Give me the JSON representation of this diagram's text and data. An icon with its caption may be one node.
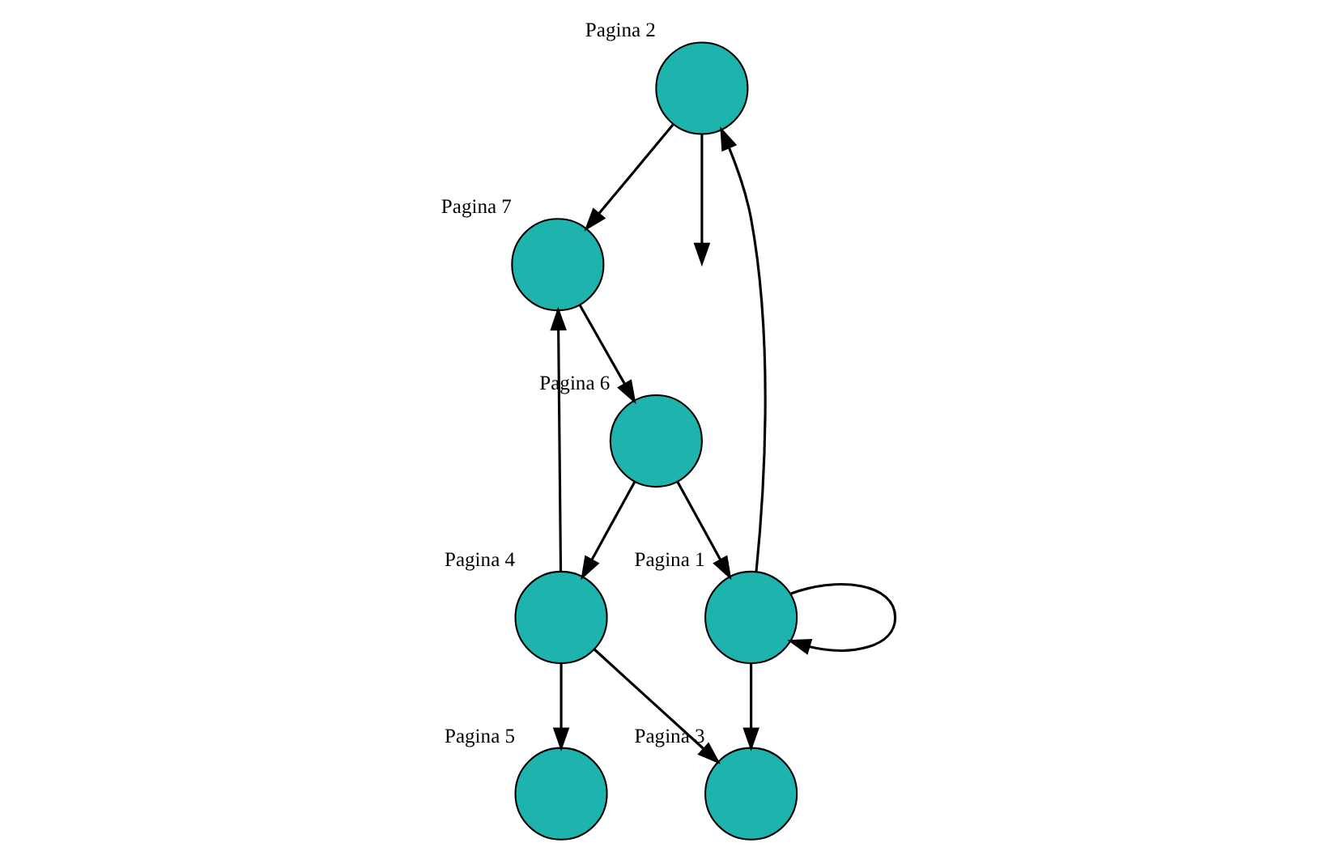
{
  "diagram": {
    "nodes": [
      {
        "text": [],
        "shape": "circle",
        "beside": [
          "Pagina 2"
        ]
      },
      {
        "text": [],
        "shape": "circle",
        "beside": [
          "Pagina 1"
        ]
      },
      {
        "text": [],
        "shape": "circle",
        "beside": [
          "Pagina 7"
        ]
      },
      {
        "text": [],
        "shape": "circle",
        "beside": [
          "Pagina 6"
        ]
      },
      {
        "text": [],
        "shape": "circle",
        "beside": [
          "Pagina 5"
        ]
      },
      {
        "text": [],
        "shape": "circle",
        "beside": [
          "Pagina 3"
        ]
      },
      {
        "text": [],
        "shape": "circle",
        "beside": [
          "Pagina 4"
        ]
      }
    ],
    "edges": [
      {
        "from": 1,
        "to": 1,
        "arrow": "to"
      },
      {
        "from": 1,
        "to": 0,
        "arrow": "to"
      },
      {
        "from": 0,
        "to": null,
        "arrow": "to"
      },
      {
        "from": 0,
        "to": 2,
        "arrow": "to"
      },
      {
        "from": 2,
        "to": 3,
        "arrow": "to"
      },
      {
        "from": 3,
        "to": 1,
        "arrow": "to"
      },
      {
        "from": 1,
        "to": 5,
        "arrow": "to"
      },
      {
        "from": 3,
        "to": 6,
        "arrow": "to"
      },
      {
        "from": 6,
        "to": 5,
        "arrow": "to"
      },
      {
        "from": 6,
        "to": 2,
        "arrow": "to"
      },
      {
        "from": 6,
        "to": 4,
        "arrow": "to"
      }
    ]
  }
}
